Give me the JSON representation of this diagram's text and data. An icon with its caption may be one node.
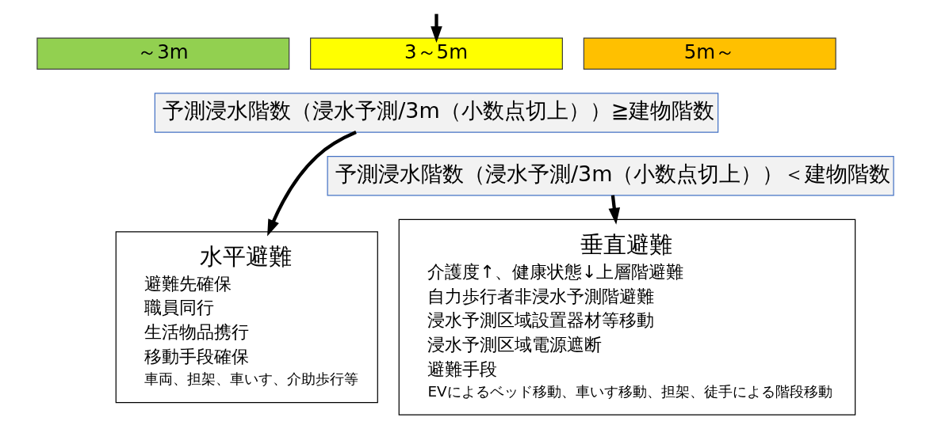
{
  "diagram": {
    "nodes": [
      {
        "text": [
          "～3m"
        ]
      },
      {
        "text": [
          "3～5m"
        ]
      },
      {
        "text": [
          "5m～"
        ]
      },
      {
        "text": [
          "予測浸水階数（浸水予測/3m（小数点切上））≧建物階数"
        ]
      },
      {
        "text": [
          "予測浸水階数（浸水予測/3m（小数点切上））＜建物階数"
        ]
      },
      {
        "text": [
          "水平避難",
          "避難先確保",
          "職員同行",
          "生活物品携行",
          "移動手段確保",
          "車両、担架、車いす、介助歩行等"
        ]
      },
      {
        "text": [
          "垂直避難",
          "介護度↑、健康状態↓上層階避難",
          "自力歩行者非浸水予測階避難",
          "浸水予測区域設置器材等移動",
          "浸水予測区域電源遮断",
          "避難手段",
          "EVによるベッド移動、車いす移動、担架、徒手による階段移動"
        ]
      }
    ],
    "edges": [
      {
        "from": null,
        "to": 1,
        "arrow": "to"
      },
      {
        "from": 3,
        "to": 5,
        "arrow": "to"
      },
      {
        "from": 4,
        "to": 6,
        "arrow": "to"
      }
    ]
  }
}
